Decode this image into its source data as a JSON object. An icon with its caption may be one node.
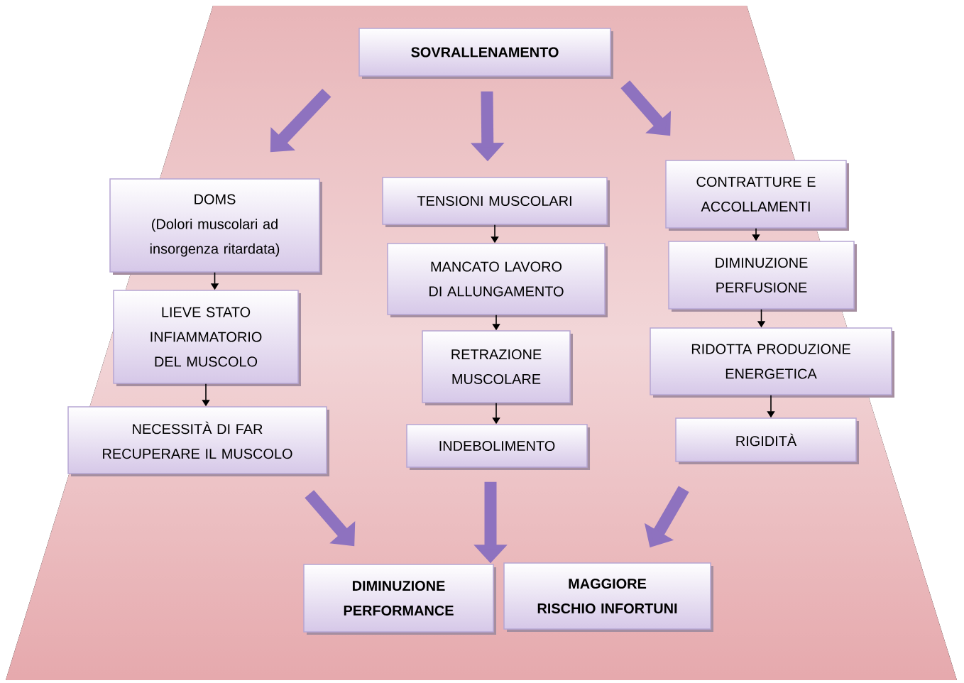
{
  "diagram": {
    "nodes": [
      {
        "text": [
          "SOVRALLENAMENTO"
        ]
      },
      {
        "text": [
          "DOMS",
          "(Dolori muscolari ad insorgenza ritardata)"
        ]
      },
      {
        "text": [
          "LIEVE STATO INFIAMMATORIO DEL MUSCOLO"
        ]
      },
      {
        "text": [
          "NECESSITÀ DI FAR RECUPERARE IL MUSCOLO"
        ]
      },
      {
        "text": [
          "TENSIONI MUSCOLARI"
        ]
      },
      {
        "text": [
          "MANCATO LAVORO DI ALLUNGAMENTO"
        ]
      },
      {
        "text": [
          "RETRAZIONE MUSCOLARE"
        ]
      },
      {
        "text": [
          "INDEBOLIMENTO"
        ]
      },
      {
        "text": [
          "CONTRATTURE E ACCOLLAMENTI"
        ]
      },
      {
        "text": [
          "DIMINUZIONE PERFUSIONE"
        ]
      },
      {
        "text": [
          "RIDOTTA PRODUZIONE ENERGETICA"
        ]
      },
      {
        "text": [
          "RIGIDITÀ"
        ]
      },
      {
        "text": [
          "DIMINUZIONE PERFORMANCE"
        ]
      },
      {
        "text": [
          "MAGGIORE RISCHIO INFORTUNI"
        ]
      }
    ],
    "edges": [
      {
        "from": 0,
        "to": 1,
        "arrow": "to",
        "style": "thick",
        "color": "#8e72bf"
      },
      {
        "from": 0,
        "to": 4,
        "arrow": "to",
        "style": "thick",
        "color": "#8e72bf"
      },
      {
        "from": 0,
        "to": 8,
        "arrow": "to",
        "style": "thick",
        "color": "#8e72bf"
      },
      {
        "from": 1,
        "to": 2,
        "arrow": "to"
      },
      {
        "from": 2,
        "to": 3,
        "arrow": "to"
      },
      {
        "from": 4,
        "to": 5,
        "arrow": "to"
      },
      {
        "from": 5,
        "to": 6,
        "arrow": "to"
      },
      {
        "from": 6,
        "to": 7,
        "arrow": "to"
      },
      {
        "from": 8,
        "to": 9,
        "arrow": "to"
      },
      {
        "from": 9,
        "to": 10,
        "arrow": "to"
      },
      {
        "from": 10,
        "to": 11,
        "arrow": "to"
      },
      {
        "from": 3,
        "to": 12,
        "arrow": "to",
        "style": "thick",
        "color": "#8e72bf"
      },
      {
        "from": 7,
        "to": 12,
        "arrow": "to",
        "style": "thick",
        "color": "#8e72bf"
      },
      {
        "from": 11,
        "to": 13,
        "arrow": "to",
        "style": "thick",
        "color": "#8e72bf"
      }
    ]
  }
}
